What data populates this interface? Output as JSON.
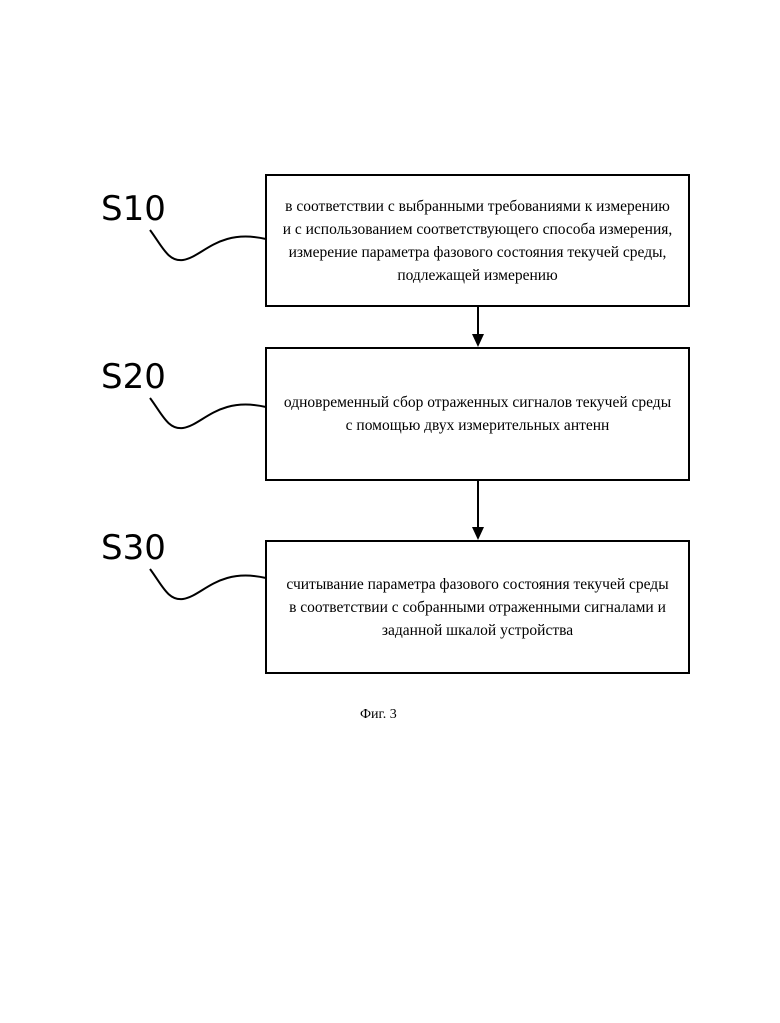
{
  "steps": [
    {
      "label": "S10",
      "text": "в соответствии с выбранными требованиями к измерению и с использованием соответствующего способа измерения, измерение параметра фазового состояния текучей среды, подлежащей измерению"
    },
    {
      "label": "S20",
      "text": "одновременный сбор отраженных сигналов текучей среды с помощью двух измерительных антенн"
    },
    {
      "label": "S30",
      "text": "считывание параметра фазового состояния текучей среды в соответствии с собранными отраженными сигналами и заданной шкалой устройства"
    }
  ],
  "caption": "Фиг. 3"
}
